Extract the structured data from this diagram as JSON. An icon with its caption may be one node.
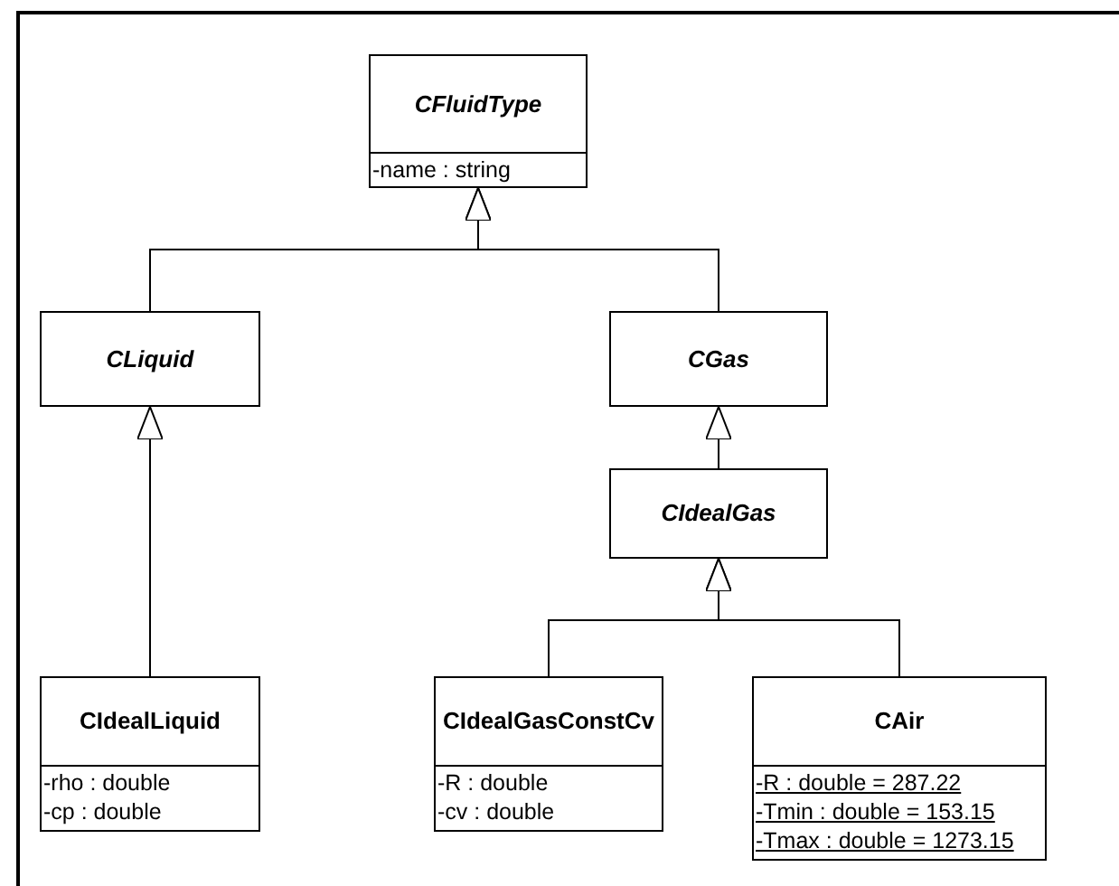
{
  "diagram": {
    "nodes": [
      {
        "text": [
          "CFluidType",
          "-name : string"
        ]
      },
      {
        "text": [
          "CLiquid"
        ]
      },
      {
        "text": [
          "CGas"
        ]
      },
      {
        "text": [
          "CIdealGas"
        ]
      },
      {
        "text": [
          "CIdealLiquid",
          "-rho : double",
          "-cp : double"
        ]
      },
      {
        "text": [
          "CIdealGasConstCv",
          "-R : double",
          "-cv : double"
        ]
      },
      {
        "text": [
          "CAir",
          "-R : double = 287.22",
          "-Tmin : double = 153.15",
          "-Tmax : double = 1273.15"
        ]
      }
    ],
    "edges": [
      {
        "from": 1,
        "to": 0,
        "arrow": "to"
      },
      {
        "from": 2,
        "to": 0,
        "arrow": "to"
      },
      {
        "from": 3,
        "to": 2,
        "arrow": "to"
      },
      {
        "from": 4,
        "to": 1,
        "arrow": "to"
      },
      {
        "from": 5,
        "to": 3,
        "arrow": "to"
      },
      {
        "from": 6,
        "to": 3,
        "arrow": "to"
      }
    ]
  }
}
